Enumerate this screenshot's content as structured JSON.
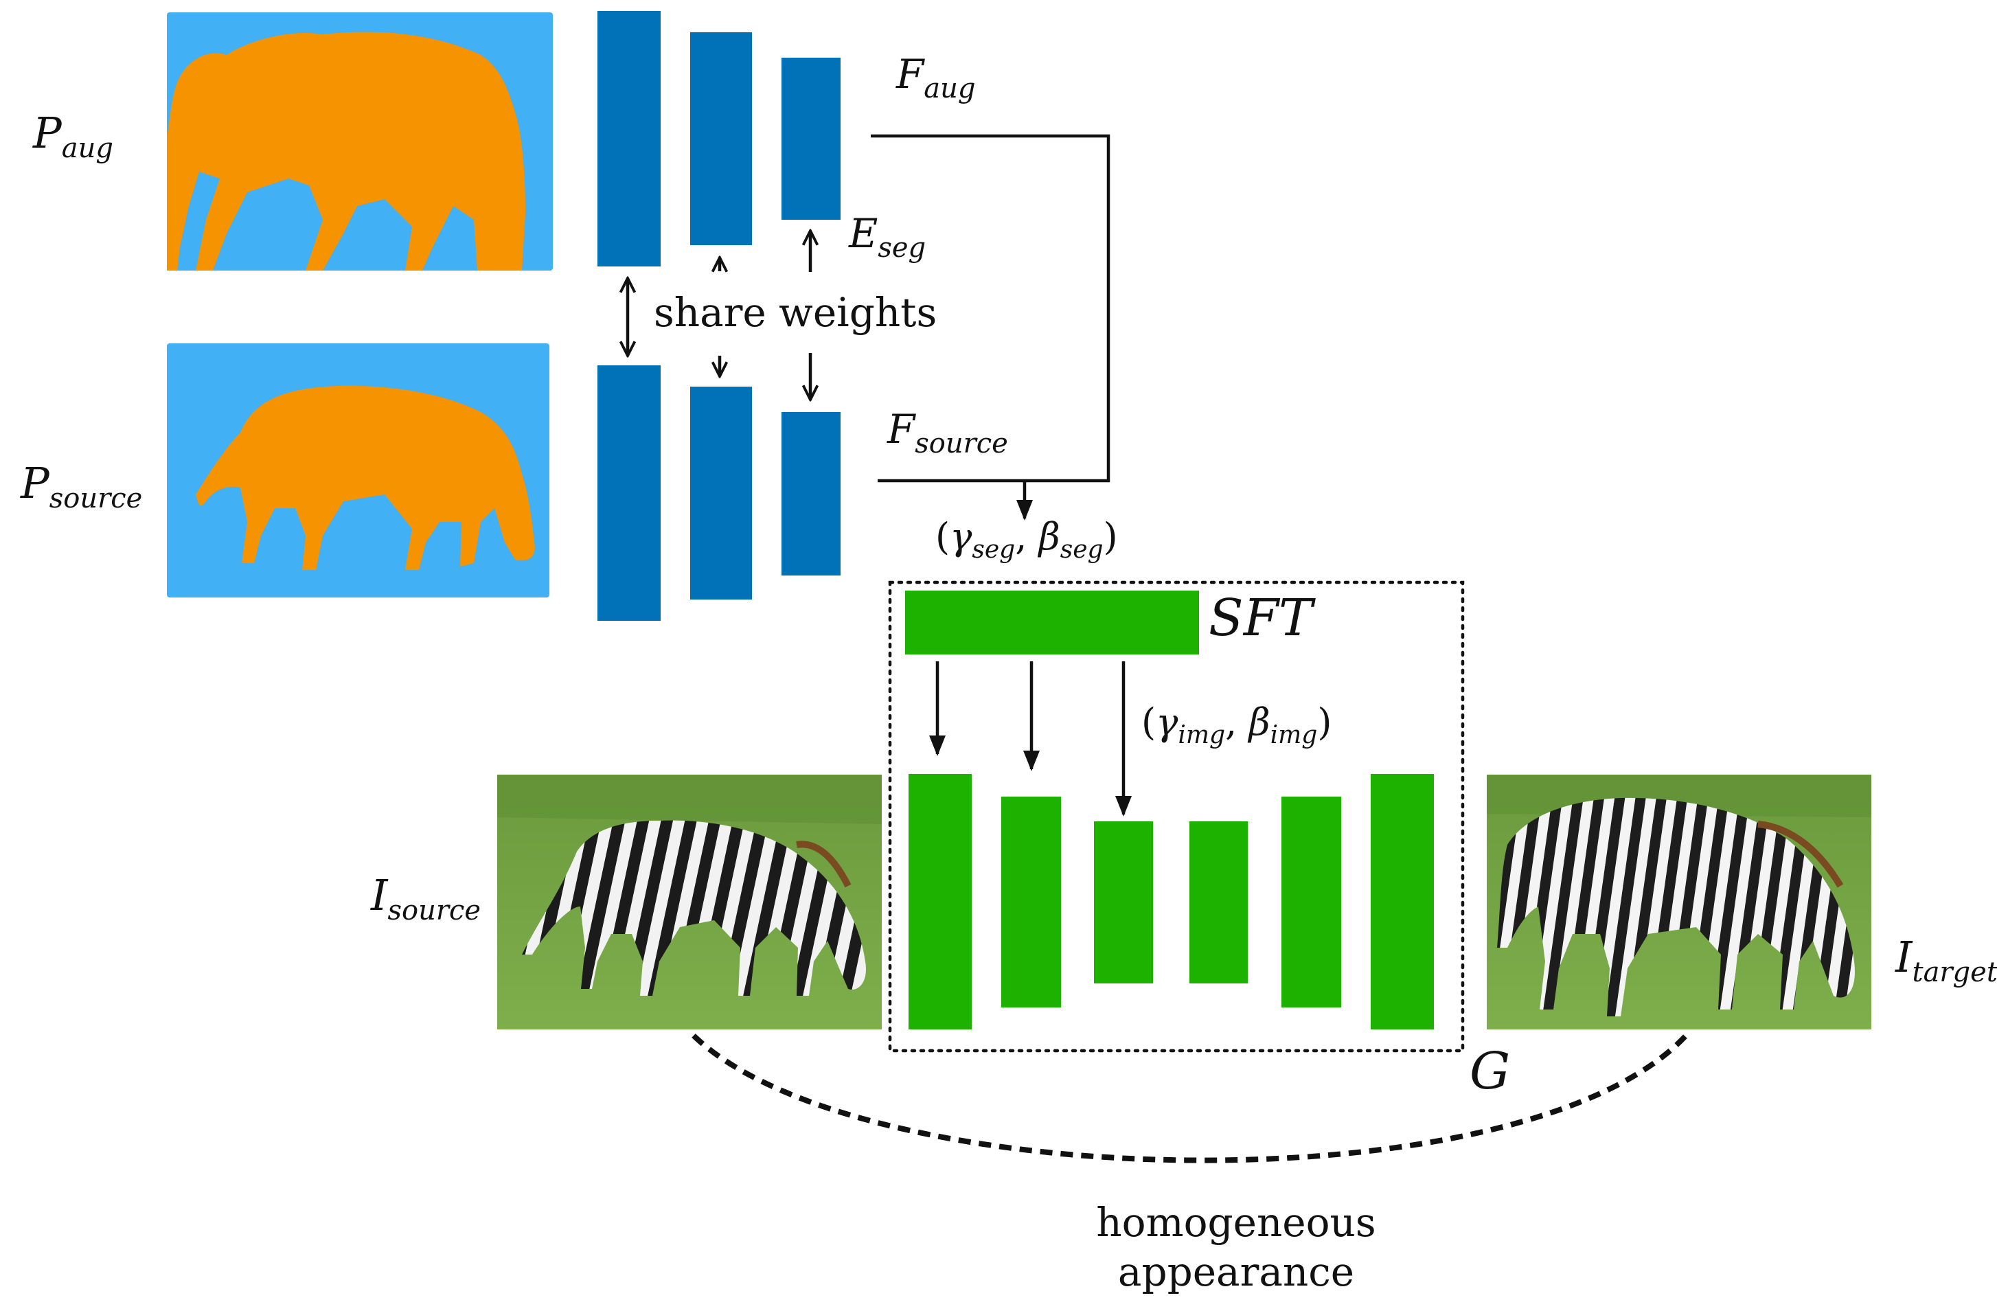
{
  "labels": {
    "p_aug": {
      "main": "P",
      "sub": "aug"
    },
    "p_source": {
      "main": "P",
      "sub": "source"
    },
    "f_aug": {
      "main": "F",
      "sub": "aug"
    },
    "f_source": {
      "main": "F",
      "sub": "source"
    },
    "e_seg": {
      "main": "E",
      "sub": "seg"
    },
    "share_weights": "share weights",
    "gamma_beta_seg": {
      "open": "(",
      "gamma": "γ",
      "gsub": "seg",
      "comma": ", ",
      "beta": "β",
      "bsub": "seg",
      "close": ")"
    },
    "gamma_beta_img": {
      "open": "(",
      "gamma": "γ",
      "gsub": "img",
      "comma": ", ",
      "beta": "β",
      "bsub": "img",
      "close": ")"
    },
    "sft": "SFT",
    "g": "G",
    "i_source": {
      "main": "I",
      "sub": "source"
    },
    "i_target": {
      "main": "I",
      "sub": "target"
    },
    "homogeneous_line1": "homogeneous",
    "homogeneous_line2": "appearance"
  },
  "colors": {
    "mask_background": "#42b0f5",
    "mask_foreground": "#f59300",
    "encoder_block": "#0172b8",
    "generator_block": "#1db200",
    "grass": "#6fa040",
    "zebra_dark": "#1b1b1b",
    "zebra_light": "#f2f2f2"
  },
  "images": {
    "p_aug": "segmentation mask of zebra (augmented)",
    "p_source": "segmentation mask of zebra (source)",
    "i_source": "photo of grazing zebra (source)",
    "i_target": "photo of grazing zebra (target)"
  }
}
